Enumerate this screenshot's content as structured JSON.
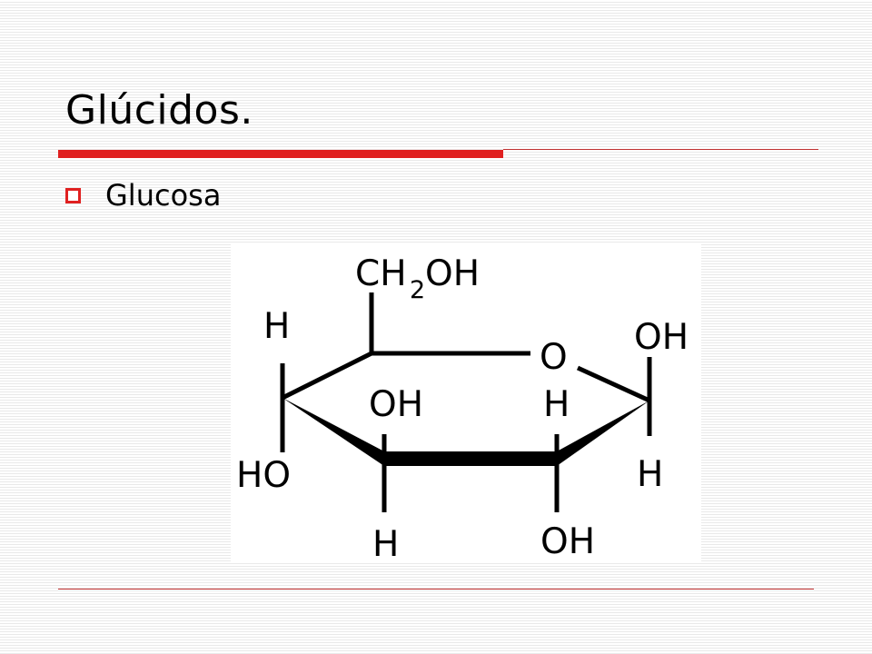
{
  "slide": {
    "title": "Glúcidos.",
    "bullet": "Glucosa",
    "accent_color": "#e02020"
  },
  "molecule": {
    "labels": {
      "ch2oh_prefix": "CH",
      "ch2oh_subscript": "2",
      "ch2oh_suffix": "OH",
      "c4_h": "H",
      "ring_o": "O",
      "c1_oh": "OH",
      "c3_oh": "OH",
      "c2_h": "H",
      "c4_ho": "HO",
      "c1_h": "H",
      "c3_h": "H",
      "c2_oh": "OH"
    }
  }
}
